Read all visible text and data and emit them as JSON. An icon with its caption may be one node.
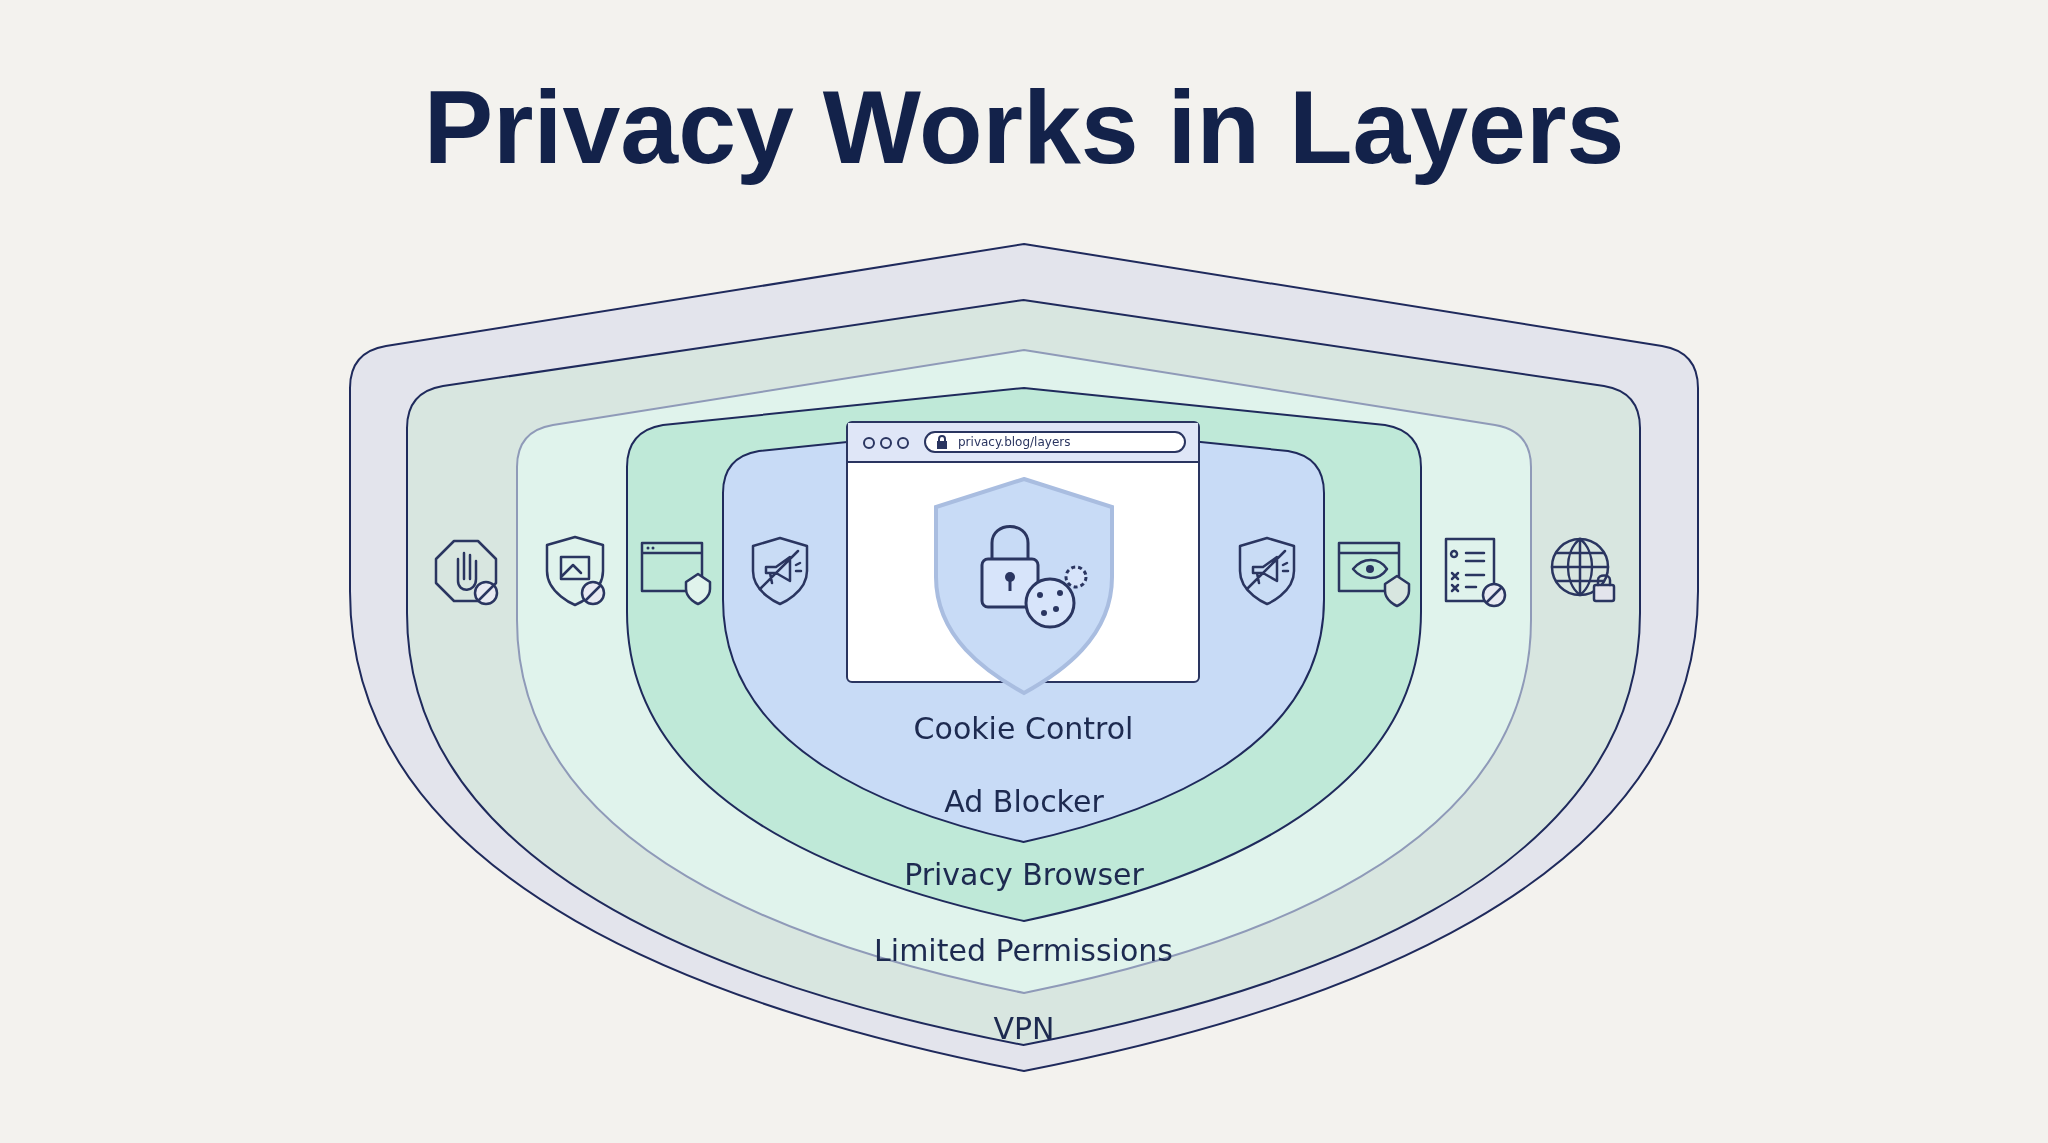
{
  "diagram": {
    "title": "Privacy Works in Layers",
    "nodes": [
      {
        "text": [
          "VPN"
        ]
      },
      {
        "text": [
          "Limited Permissions"
        ],
        "in": 0
      },
      {
        "text": [
          "Privacy Browser"
        ],
        "in": 1
      },
      {
        "text": [
          "Ad Blocker"
        ],
        "in": 2
      },
      {
        "text": [
          "Cookie Control"
        ],
        "in": 3
      }
    ],
    "labels": [
      "privacy.blog/layers"
    ]
  }
}
